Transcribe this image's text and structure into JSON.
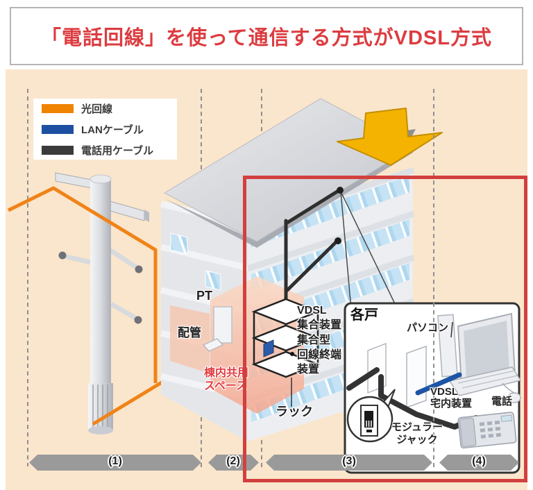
{
  "title": "「電話回線」を使って通信する方式がVDSL方式",
  "colors": {
    "title_red": "#DC3C40",
    "highlight_red_box": "#D2403E",
    "fiber_orange": "#F08318",
    "lan_blue": "#1D55A5",
    "phone_cable_dark": "#3B3B3B",
    "panel_peach": "#FAE6CC",
    "section_band_gray": "#9A9A9A",
    "shared_space_pink": "#F4A78F",
    "arrow_yellow": "#F5B301"
  },
  "legend": {
    "items": [
      {
        "label": "光回線",
        "color": "#F08300"
      },
      {
        "label": "LANケーブル",
        "color": "#1D50A2"
      },
      {
        "label": "電話用ケーブル",
        "color": "#3B3B3B"
      }
    ]
  },
  "diagram": {
    "labels": {
      "pt": "PT",
      "conduit": "配管",
      "shared_space_line1": "棟内共用",
      "shared_space_line2": "スペース",
      "vdsl_aggregator_line1": "VDSL",
      "vdsl_aggregator_line2": "集合装置",
      "terminator_line1": "集合型",
      "terminator_line2": "回線終端",
      "terminator_line3": "装置",
      "rack": "ラック"
    },
    "unit_box": {
      "title": "各戸",
      "pc": "パソコン",
      "vdsl_cpe_line1": "VDSL",
      "vdsl_cpe_line2": "宅内装置",
      "phone": "電話",
      "jack_line1": "モジュラー",
      "jack_line2": "ジャック"
    },
    "sections": [
      {
        "label": "(1)"
      },
      {
        "label": "(2)"
      },
      {
        "label": "(3)"
      },
      {
        "label": "(4)"
      }
    ]
  }
}
